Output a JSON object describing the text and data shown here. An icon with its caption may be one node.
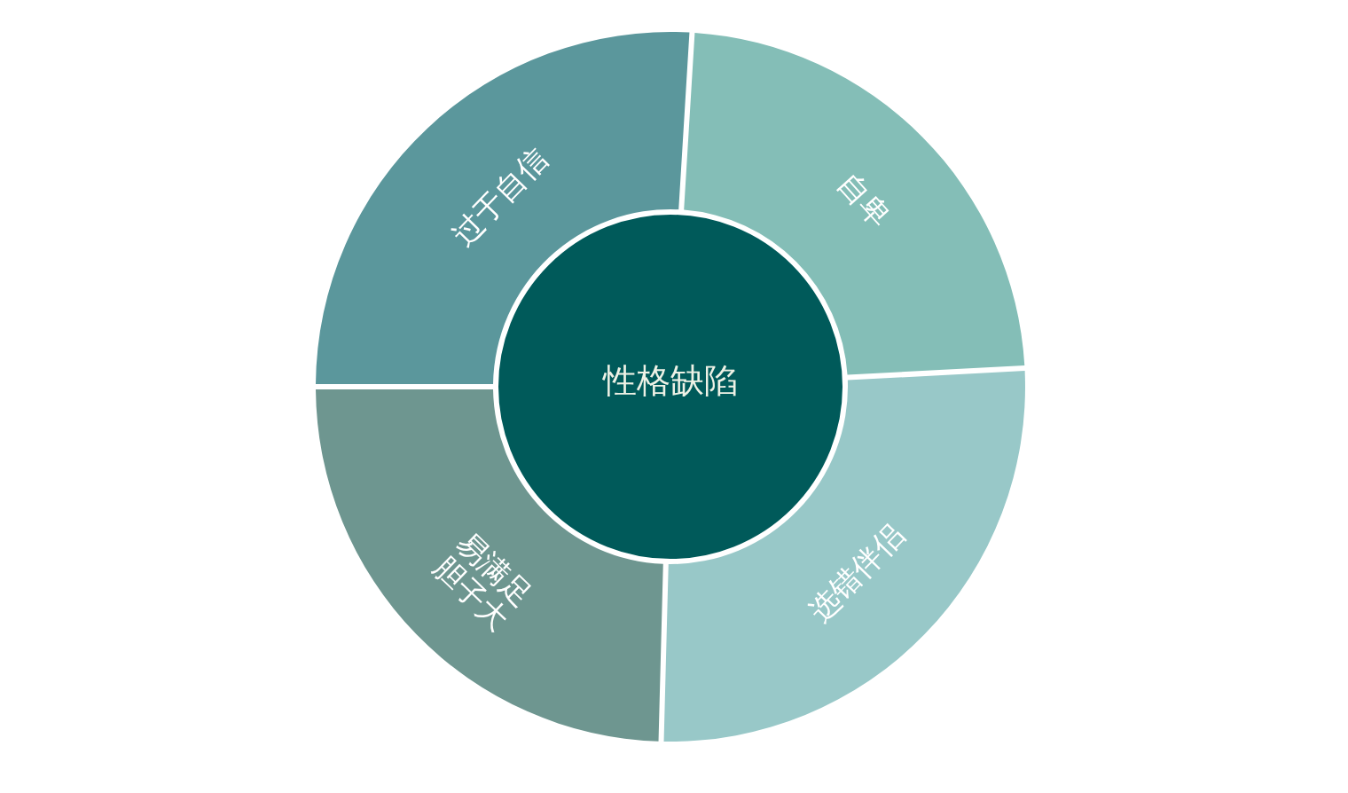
{
  "diagram": {
    "nodes": [
      {
        "text": [
          "性格缺陷"
        ]
      },
      {
        "text": [
          "过于自信"
        ]
      },
      {
        "text": [
          "自卑"
        ]
      },
      {
        "text": [
          "选错伴侣"
        ]
      },
      {
        "text": [
          "易满足",
          "胆子大"
        ]
      }
    ]
  }
}
